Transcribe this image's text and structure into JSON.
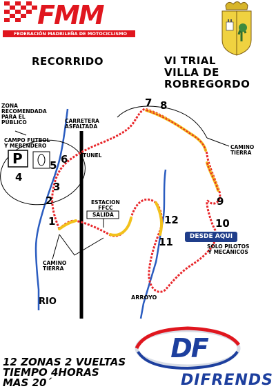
{
  "header": {
    "logo_letters": "FMM",
    "logo_subtitle": "FEDERACIÓN MADRILEÑA DE MOTOCICLISMO",
    "crest_icon": "coat-of-arms"
  },
  "title_left": "RECORRIDO",
  "title_right": [
    "VI TRIAL",
    "VILLA DE",
    "ROBREGORDO"
  ],
  "labels": {
    "zona_recomendada": [
      "ZONA",
      "RECOMENDADA",
      "PARA EL",
      "PÚBLICO"
    ],
    "carretera": [
      "CARRETERA",
      "ASFALTADA"
    ],
    "campo": [
      "CAMPO FUTBOL",
      "Y MERENDERO"
    ],
    "tunel": "TUNEL",
    "camino_tierra_right": [
      "CAMINO",
      "TIERRA"
    ],
    "estacion": [
      "ESTACION",
      "FFCC"
    ],
    "salida": "SALIDA",
    "desde_aqui": "DESDE AQUI",
    "solo_pilotos": [
      "SOLO PILOTOS",
      "Y MECÁNICOS"
    ],
    "camino_tierra_left": [
      "CAMINO",
      "TIERRA"
    ],
    "rio": "RIO",
    "arroyo": "ARROYO",
    "parking": "P"
  },
  "zones": [
    "1",
    "2",
    "3",
    "4",
    "5",
    "6",
    "7",
    "8",
    "9",
    "10",
    "11",
    "12"
  ],
  "footer": {
    "lines": [
      "12 ZONAS 2 VUELTAS",
      "TIEMPO 4HORAS",
      "MAS 20´"
    ],
    "sponsor_mark": "DF",
    "sponsor_name": "DIFRENDS"
  },
  "colors": {
    "fmm_red": "#e0161e",
    "route_red": "#e8262a",
    "route_yellow": "#f2c11b",
    "river_blue": "#2a5cc0",
    "badge_blue": "#1f3d8a",
    "sponsor_blue": "#1d3f9e"
  }
}
